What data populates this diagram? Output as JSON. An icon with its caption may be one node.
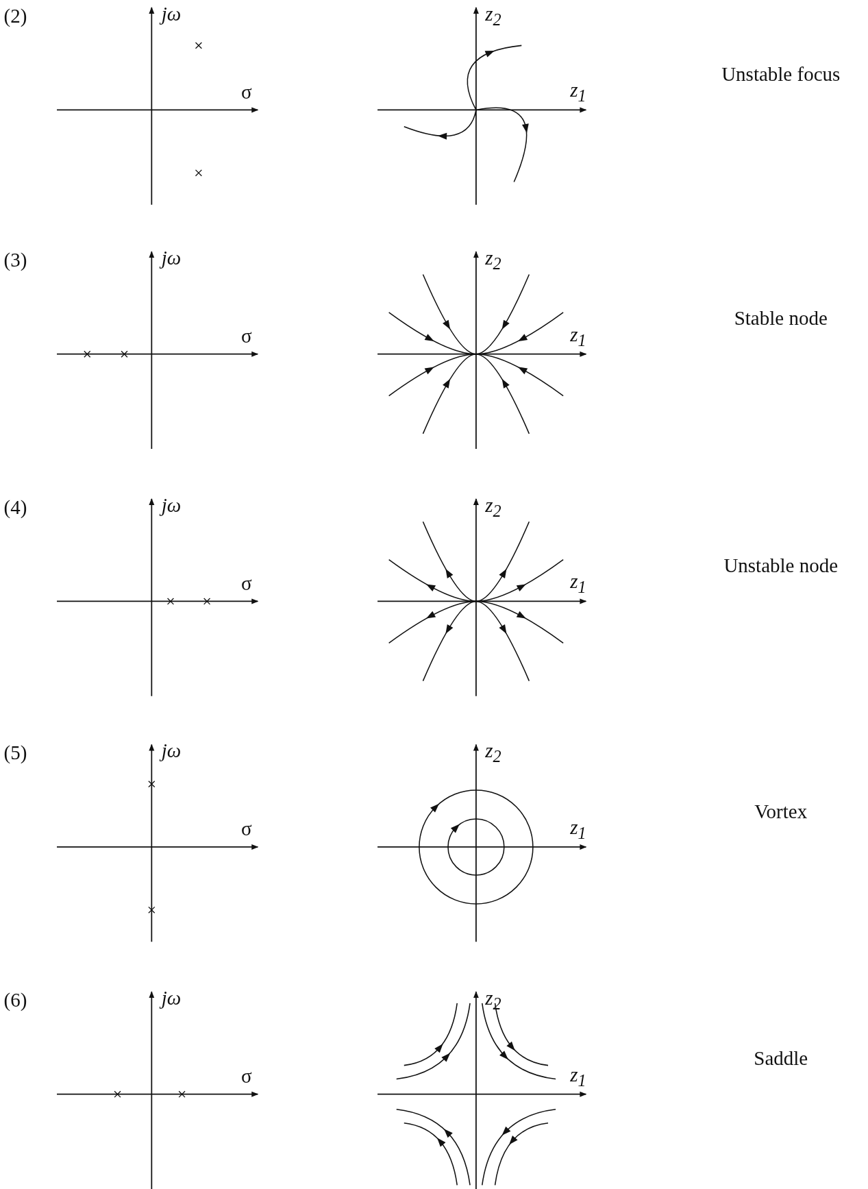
{
  "diagram": {
    "labels": [
      "(2)",
      "jω",
      "σ",
      "z$_{2}$",
      "z$_{1}$",
      "Unstable focus",
      "(3)",
      "jω",
      "σ",
      "z$_{2}$",
      "z$_{1}$",
      "Stable node",
      "(4)",
      "jω",
      "σ",
      "z$_{2}$",
      "z$_{1}$",
      "Unstable node",
      "(5)",
      "jω",
      "σ",
      "z$_{2}$",
      "z$_{1}$",
      "Vortex",
      "(6)",
      "jω",
      "σ",
      "z$_{2}$",
      "z$_{1}$",
      "Saddle"
    ]
  }
}
